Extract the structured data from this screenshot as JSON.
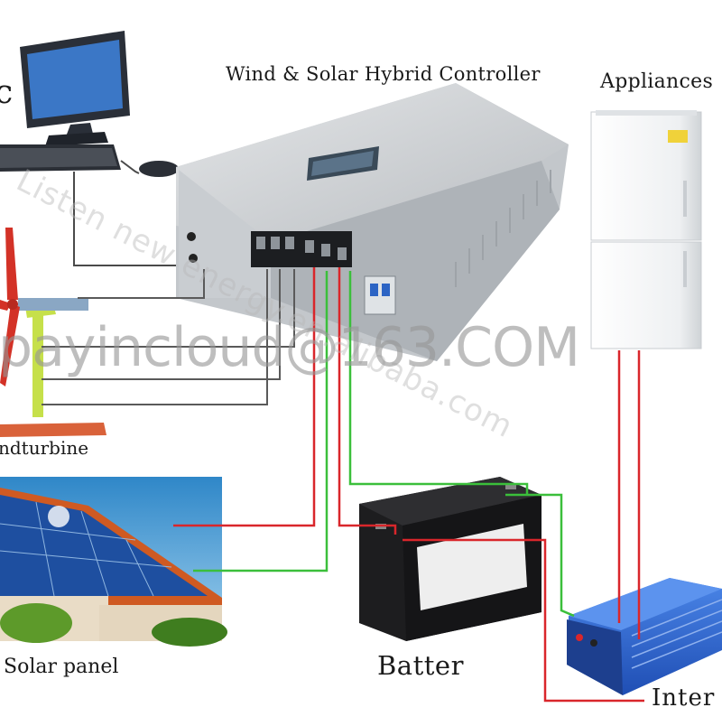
{
  "labels": {
    "controller": "Wind & Solar  Hybrid Controller",
    "appliances": "Appliances",
    "computer": "c",
    "windturbine": "ndturbine",
    "solar_panel": "Solar panel",
    "battery": "Batter",
    "inverter": "Inter"
  },
  "watermarks": {
    "contact": "payincloud@163.COM",
    "shop": "Listen new energy.en.alibaba.com"
  },
  "colors": {
    "positive_wire": "#d9262b",
    "negative_wire": "#3bbf3b",
    "signal_wire": "#4a4a4a",
    "controller_body": "#d2d5d8",
    "panel_blue": "#1e4fa0",
    "inverter_blue": "#2a5fd0",
    "roof": "#cf5a22",
    "sky": "#4d9fd6"
  }
}
